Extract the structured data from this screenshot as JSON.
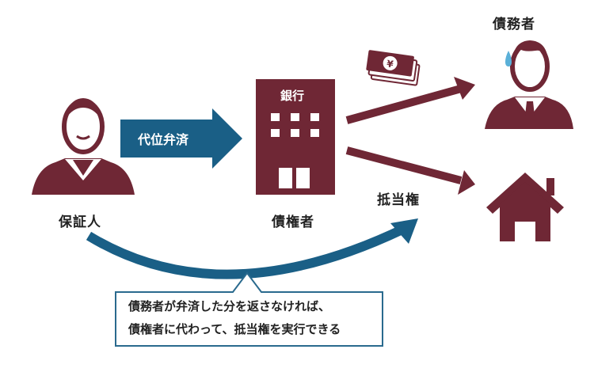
{
  "colors": {
    "maroon": "#6f2735",
    "teal": "#1a5f86",
    "callout_border": "#2a6a8e"
  },
  "icons": {
    "guarantor": "person-icon",
    "bank": "bank-building-icon",
    "debtor": "worried-businessman-icon",
    "collateral": "house-icon",
    "money": "yen-banknotes-icon"
  },
  "nodes": {
    "guarantor": "保証人",
    "creditor": "債権者",
    "debtor": "債務者",
    "bank": "銀行",
    "collateral_label": "抵当権"
  },
  "subrogation_arrow": "代位弁済",
  "callout": {
    "line1": "債務者が弁済した分を返さなければ、",
    "line2": "債権者に代わって、抵当権を実行できる"
  }
}
